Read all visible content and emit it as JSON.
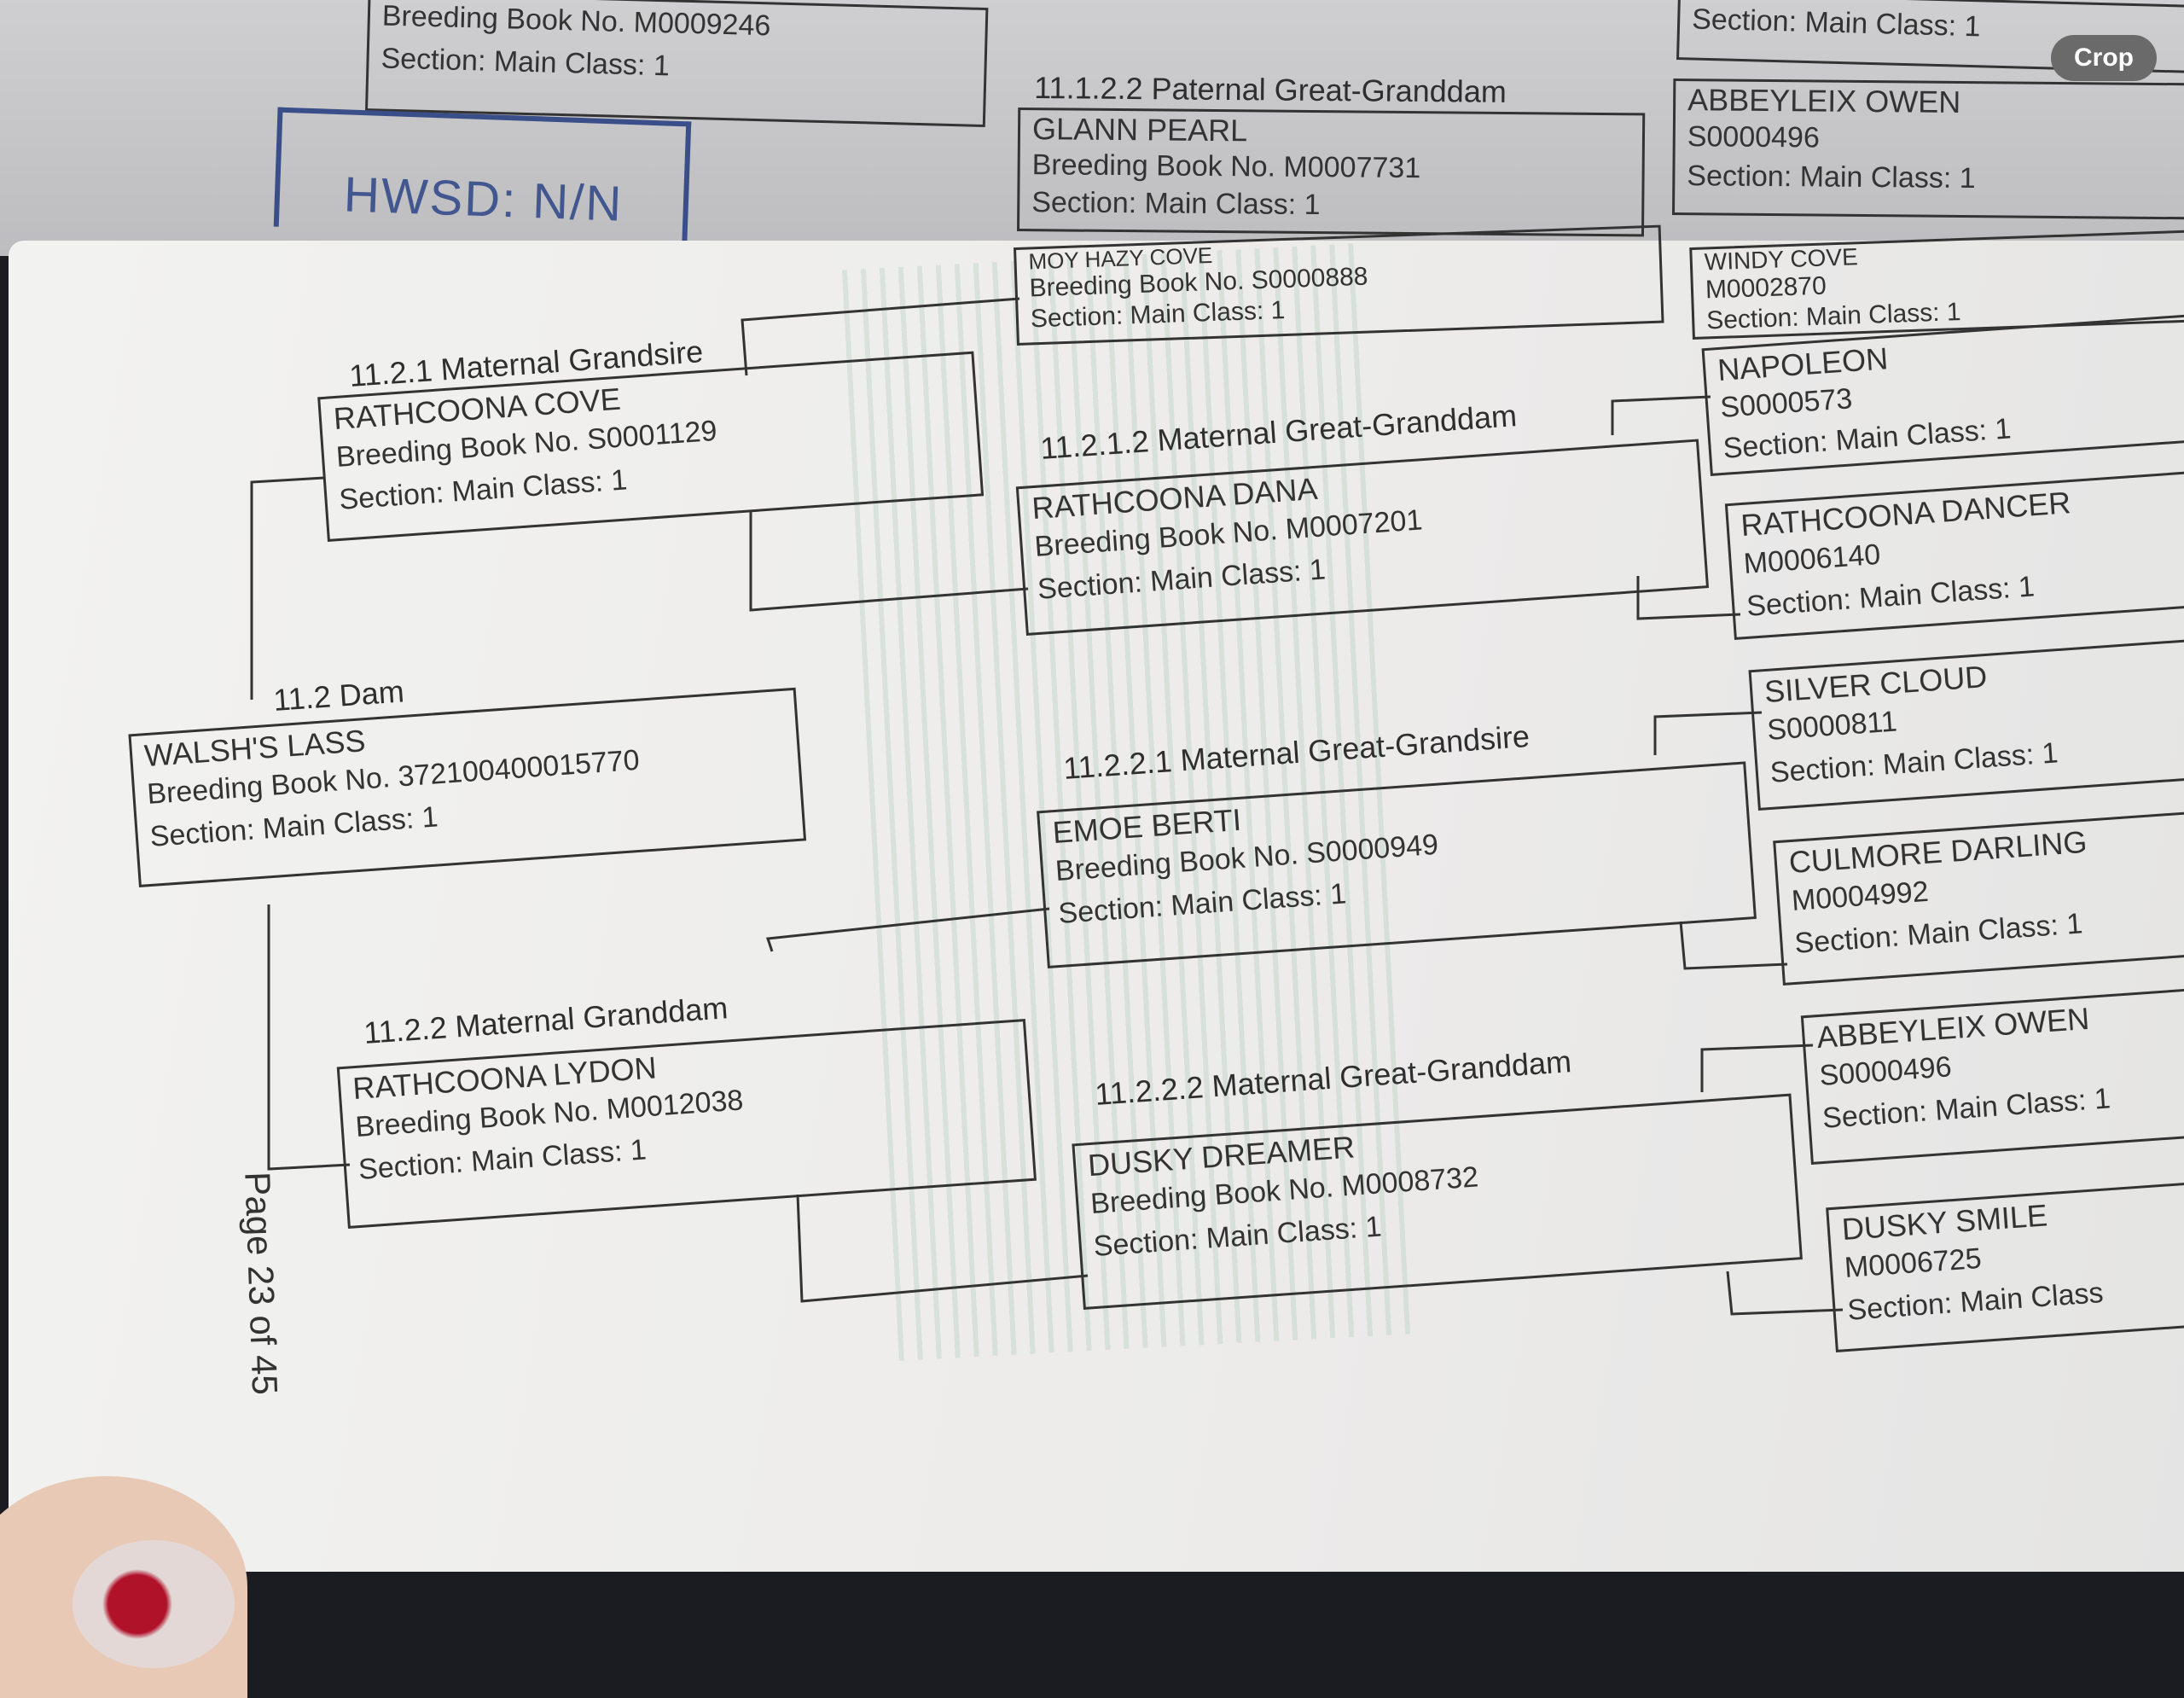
{
  "crop_button": "Crop",
  "stamp": "HWSD: N/N",
  "page_number": "Page 23 of 45",
  "top_page": {
    "partial_box": {
      "number_line": "Breeding Book No. M0009246",
      "section": "Section: Main Class: 1"
    },
    "paternal_ggd": {
      "label": "11.1.2.2 Paternal Great-Granddam",
      "name": "GLANN PEARL",
      "number_line": "Breeding Book No. M0007731",
      "section": "Section: Main Class: 1"
    },
    "right_partial": {
      "section": "Section: Main Class: 1"
    },
    "right_owen": {
      "name": "ABBEYLEIX OWEN",
      "number_line": "S0000496",
      "section": "Section: Main Class: 1"
    }
  },
  "entries": {
    "moy": {
      "name": "MOY HAZY COVE",
      "number_line": "Breeding Book No. S0000888",
      "section": "Section: Main Class: 1"
    },
    "windy": {
      "name": "WINDY COVE",
      "number_line": "M0002870",
      "section": "Section: Main Class: 1"
    },
    "grandsire": {
      "label": "11.2.1 Maternal Grandsire",
      "name": "RATHCOONA COVE",
      "number_line": "Breeding Book No. S0001129",
      "section": "Section: Main Class: 1"
    },
    "napoleon": {
      "name": "NAPOLEON",
      "number_line": "S0000573",
      "section": "Section: Main Class: 1"
    },
    "dana": {
      "label": "11.2.1.2  Maternal Great-Granddam",
      "name": "RATHCOONA DANA",
      "number_line": "Breeding Book No. M0007201",
      "section": "Section: Main Class: 1"
    },
    "dancer": {
      "name": "RATHCOONA DANCER",
      "number_line": "M0006140",
      "section": "Section: Main Class: 1"
    },
    "dam": {
      "label": "11.2 Dam",
      "name": "WALSH'S LASS",
      "number_line": "Breeding Book No. 372100400015770",
      "section": "Section: Main Class: 1"
    },
    "silver": {
      "name": "SILVER CLOUD",
      "number_line": "S0000811",
      "section": "Section: Main Class: 1"
    },
    "emoe": {
      "label": "11.2.2.1  Maternal Great-Grandsire",
      "name": "EMOE BERTI",
      "number_line": "Breeding Book No. S0000949",
      "section": "Section: Main Class: 1"
    },
    "culmore": {
      "name": "CULMORE DARLING",
      "number_line": "M0004992",
      "section": "Section: Main Class: 1"
    },
    "granddam": {
      "label": "11.2.2 Maternal Granddam",
      "name": "RATHCOONA LYDON",
      "number_line": "Breeding Book No. M0012038",
      "section": "Section: Main Class: 1"
    },
    "owen2": {
      "name": "ABBEYLEIX OWEN",
      "number_line": "S0000496",
      "section": "Section: Main Class: 1"
    },
    "dusky_dreamer": {
      "label": "11.2.2.2  Maternal Great-Granddam",
      "name": "DUSKY DREAMER",
      "number_line": "Breeding Book No. M0008732",
      "section": "Section: Main Class: 1"
    },
    "dusky_smile": {
      "name": "DUSKY SMILE",
      "number_line": "M0006725",
      "section": "Section: Main Class"
    }
  }
}
